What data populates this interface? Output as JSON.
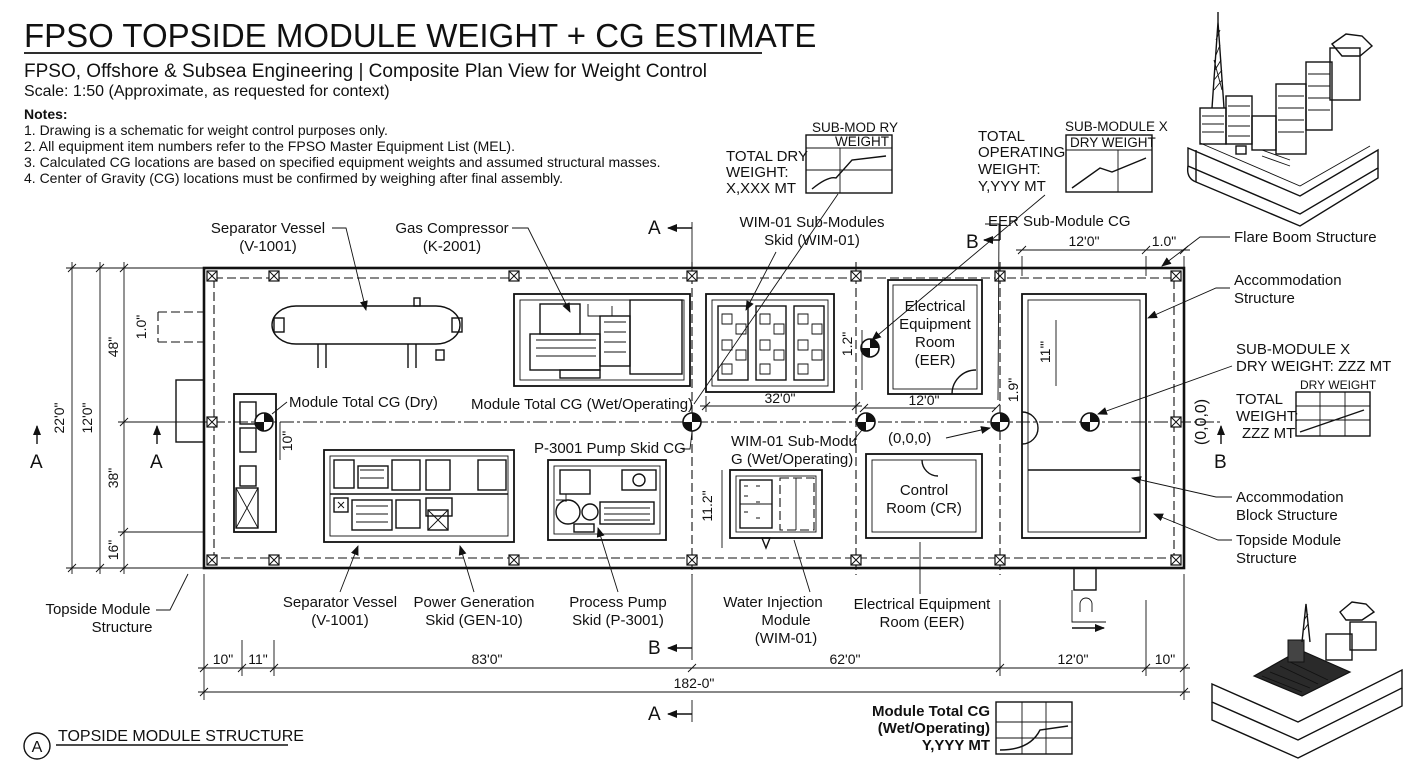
{
  "title": "FPSO TOPSIDE MODULE WEIGHT + CG ESTIMATE",
  "subtitle": "FPSO, Offshore & Subsea Engineering | Composite Plan View for Weight Control",
  "scale": "Scale: 1:50 (Approximate, as requested for context)",
  "notes": {
    "heading": "Notes:",
    "items": [
      "1. Drawing is a schematic for weight control purposes only.",
      "2. All equipment item numbers refer to the FPSO Master Equipment List (MEL).",
      "3. Calculated CG locations are based on specified equipment weights and assumed structural masses.",
      "4. Center of Gravity (CG) locations must be confirmed by weighing after final assembly."
    ]
  },
  "weight_boxes": {
    "dry": {
      "l1": "TOTAL DRY",
      "l2": "WEIGHT:",
      "l3": "X,XXX MT",
      "header1": "SUB-MOD RY",
      "header2": "WEIGHT"
    },
    "operating": {
      "l1": "TOTAL",
      "l2": "OPERATING",
      "l3": "WEIGHT:",
      "l4": "Y,YYY MT",
      "header1": "SUB-MODULE X",
      "header2": "DRY WEIGHT"
    },
    "submodule_x": {
      "l1": "SUB-MODULE X",
      "l2": "DRY WEIGHT: ZZZ MT",
      "header": "DRY WEIGHT",
      "t1": "TOTAL",
      "t2": "WEIGHT:",
      "t3": "ZZZ MT"
    },
    "bottom": {
      "l1": "Module Total CG",
      "l2": "(Wet/Operating)",
      "l3": "Y,YYY MT"
    }
  },
  "labels": {
    "separator_top_1": "Separator Vessel",
    "separator_top_2": "(V-1001)",
    "gas_comp_1": "Gas Compressor",
    "gas_comp_2": "(K-2001)",
    "wim_top_1": "WIM-01 Sub-Modules",
    "wim_top_2": "Skid (WIM-01)",
    "eer_cg": "EER Sub-Module CG",
    "flare": "Flare Boom Structure",
    "accom_1": "Accommodation",
    "accom_2": "Structure",
    "module_cg_dry": "Module Total CG (Dry)",
    "module_cg_wet": "Module Total CG (Wet/Operating)",
    "p3001_cg": "P-3001 Pump Skid CG",
    "wim_wet_1": "WIM-01 Sub-Modu",
    "wim_wet_2": "G (Wet/Operating)",
    "origin_mid": "(0,0,0)",
    "origin_right": "(0,0,0)",
    "eer_room_1": "Electrical",
    "eer_room_2": "Equipment",
    "eer_room_3": "Room",
    "eer_room_4": "(EER)",
    "control_room_1": "Control",
    "control_room_2": "Room (CR)",
    "accom_block_1": "Accommodation",
    "accom_block_2": "Block Structure",
    "topside_right_1": "Topside Module",
    "topside_right_2": "Structure",
    "topside_left_1": "Topside Module",
    "topside_left_2": "Structure",
    "sep_bottom_1": "Separator Vessel",
    "sep_bottom_2": "(V-1001)",
    "power_gen_1": "Power Generation",
    "power_gen_2": "Skid (GEN-10)",
    "process_pump_1": "Process Pump",
    "process_pump_2": "Skid (P-3001)",
    "water_inj_1": "Water Injection",
    "water_inj_2": "Module",
    "water_inj_3": "(WIM-01)",
    "eer_bottom_1": "Electrical Equipment",
    "eer_bottom_2": "Room (EER)"
  },
  "sections": {
    "a": "A",
    "b": "B"
  },
  "dimensions": {
    "overall": "182-0\"",
    "seg_10a": "10\"",
    "seg_11": "11\"",
    "seg_83": "83'0\"",
    "seg_62": "62'0\"",
    "seg_12b": "12'0\"",
    "seg_10b": "10\"",
    "left_22": "22'0\"",
    "left_12": "12'0\"",
    "left_48": "48\"",
    "left_38": "38\"",
    "left_16": "16\"",
    "top_12": "12'0\"",
    "top_1": "1.0\"",
    "d_32": "32'0\"",
    "d_12c": "12'0\"",
    "d_10_inner": "10\"",
    "d_1_0": "1.0\"",
    "d_1_2": "1.2\"",
    "d_11": "11'\"",
    "d_1_9": "1.9\"",
    "d_11_2": "11.2\""
  },
  "footer": {
    "circle": "A",
    "text": "TOPSIDE MODULE STRUCTURE"
  }
}
